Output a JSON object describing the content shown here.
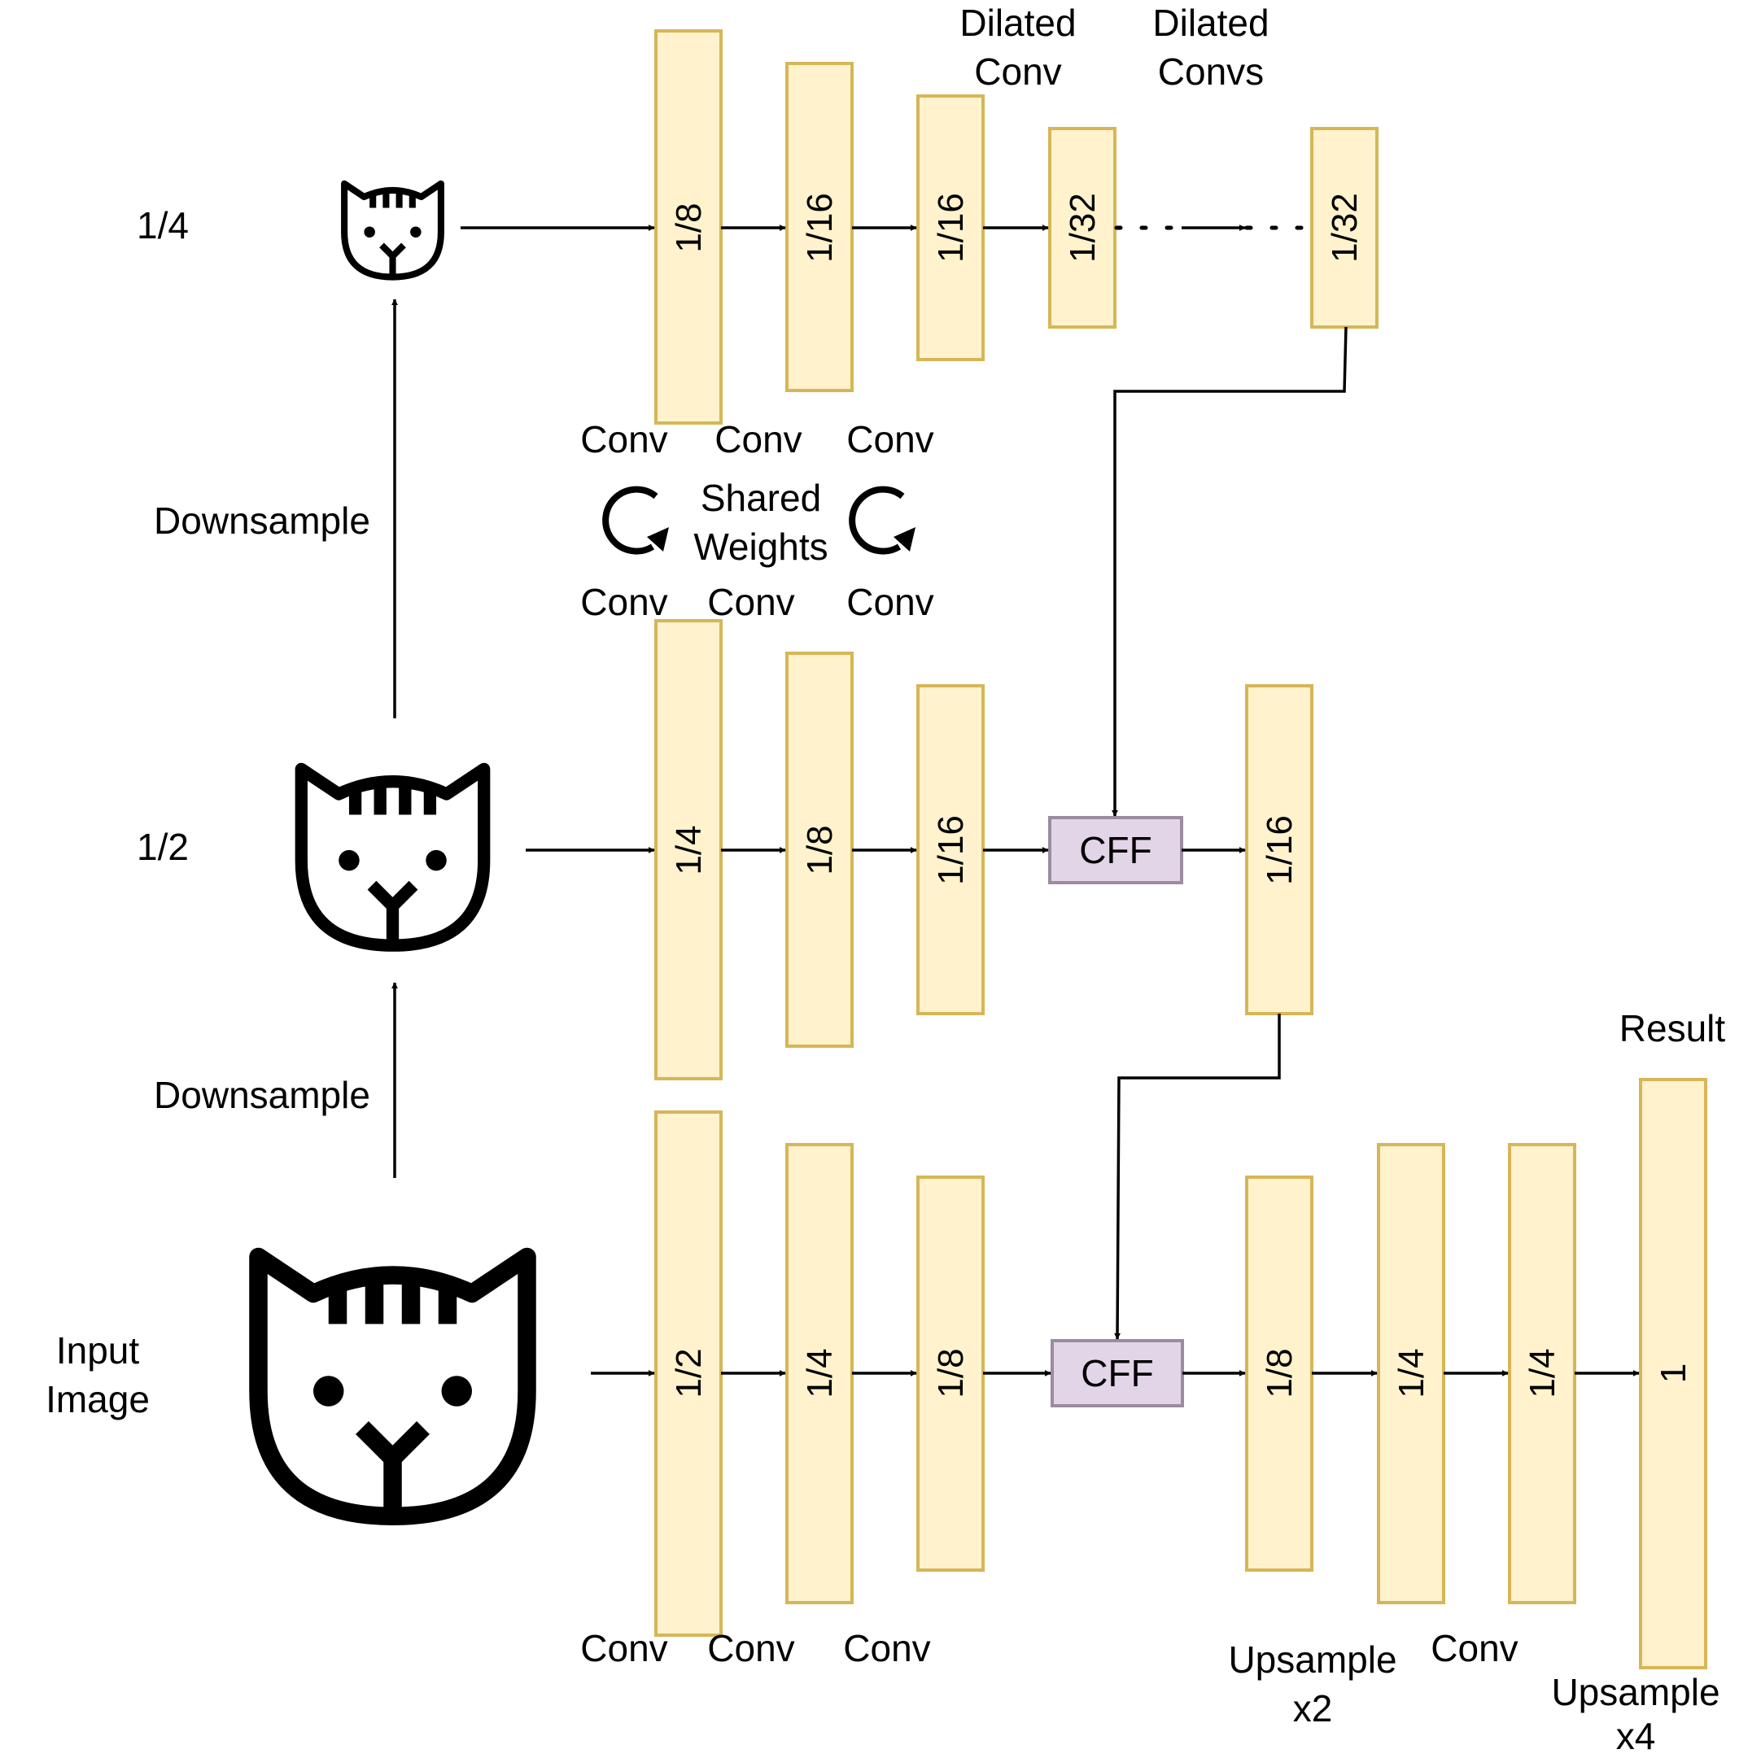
{
  "scale_labels": {
    "quarter": "1/4",
    "half": "1/2",
    "input": [
      "Input",
      "Image"
    ]
  },
  "downsample_labels": [
    "Downsample",
    "Downsample"
  ],
  "top_row": {
    "bars": [
      "1/8",
      "1/16",
      "1/16",
      "1/32",
      "1/32"
    ],
    "dilated_conv": [
      "Dilated",
      "Conv"
    ],
    "dilated_convs": [
      "Dilated",
      "Convs"
    ],
    "conv_labels": [
      "Conv",
      "Conv",
      "Conv"
    ]
  },
  "shared_weights": [
    "Shared",
    "Weights"
  ],
  "middle_row": {
    "conv_labels": [
      "Conv",
      "Conv",
      "Conv"
    ],
    "bars": [
      "1/4",
      "1/8",
      "1/16",
      "1/16"
    ],
    "cff": "CFF"
  },
  "bottom_row": {
    "bars": [
      "1/2",
      "1/4",
      "1/8",
      "1/8",
      "1/4",
      "1/4",
      "1"
    ],
    "cff": "CFF",
    "conv_labels": [
      "Conv",
      "Conv",
      "Conv"
    ],
    "upsample_x2": [
      "Upsample",
      "x2"
    ],
    "conv_after": "Conv",
    "upsample_x4": [
      "Upsample",
      "x4"
    ],
    "result": "Result"
  },
  "icons": [
    "cat-icon-small",
    "cat-icon-medium",
    "cat-icon-large",
    "rotate-cw-icon"
  ],
  "colors": {
    "bar_fill": "#fff2cc",
    "bar_stroke": "#d6b656",
    "cff_fill": "#e1d5e7",
    "cff_stroke": "#9a8d9d"
  }
}
